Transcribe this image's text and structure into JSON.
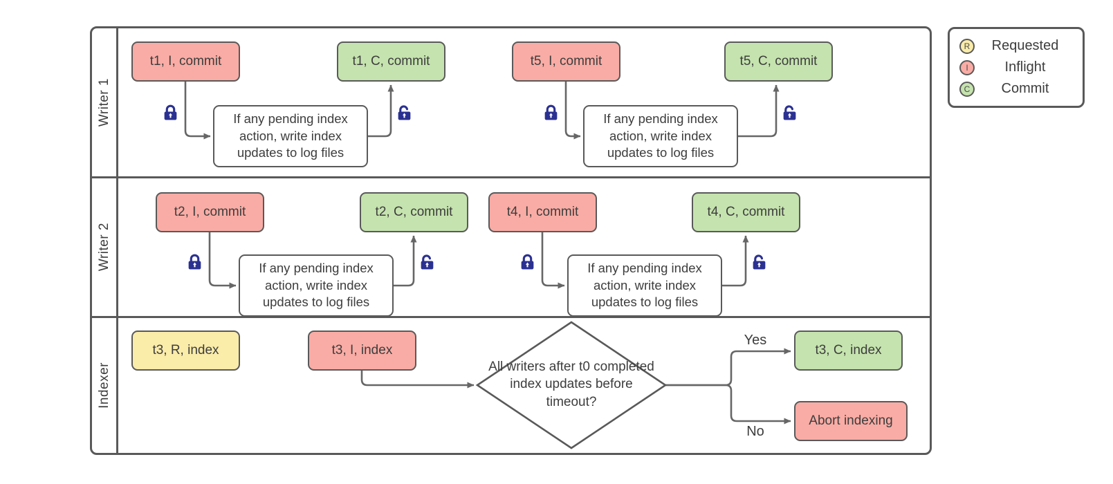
{
  "colors": {
    "pink": "#F9ACA5",
    "green": "#C5E3AE",
    "yellow": "#FAECA9",
    "stroke": "#595959",
    "line": "#666666",
    "lock": "#2B3191",
    "text": "#3D3D3D"
  },
  "lanes": [
    {
      "label": "Writer 1"
    },
    {
      "label": "Writer 2"
    },
    {
      "label": "Indexer"
    }
  ],
  "nodes": {
    "t1_inflight": {
      "text": "t1, I, commit"
    },
    "t1_commit": {
      "text": "t1, C, commit"
    },
    "t5_inflight": {
      "text": "t5, I, commit"
    },
    "t5_commit": {
      "text": "t5, C, commit"
    },
    "t2_inflight": {
      "text": "t2, I, commit"
    },
    "t2_commit": {
      "text": "t2, C, commit"
    },
    "t4_inflight": {
      "text": "t4, I, commit"
    },
    "t4_commit": {
      "text": "t4, C, commit"
    },
    "t3_requested": {
      "text": "t3, R, index"
    },
    "t3_inflight": {
      "text": "t3, I, index"
    },
    "t3_commit": {
      "text": "t3, C, index"
    },
    "abort": {
      "text": "Abort indexing"
    }
  },
  "process_text": "If any pending index action, write index updates to log files",
  "decision_text": "All writers after t0 completed index updates before timeout?",
  "branch_labels": {
    "yes": "Yes",
    "no": "No"
  },
  "legend": {
    "items": [
      {
        "letter": "R",
        "label": "Requested"
      },
      {
        "letter": "I",
        "label": "Inflight"
      },
      {
        "letter": "C",
        "label": "Commit"
      }
    ]
  }
}
